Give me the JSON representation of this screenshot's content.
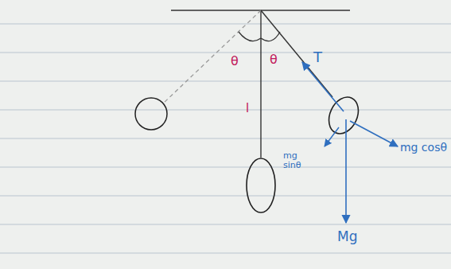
{
  "diagram": {
    "labels": [
      "θ",
      "θ",
      "l",
      "T",
      "mg sinθ",
      "mg cosθ",
      "Mg"
    ]
  }
}
